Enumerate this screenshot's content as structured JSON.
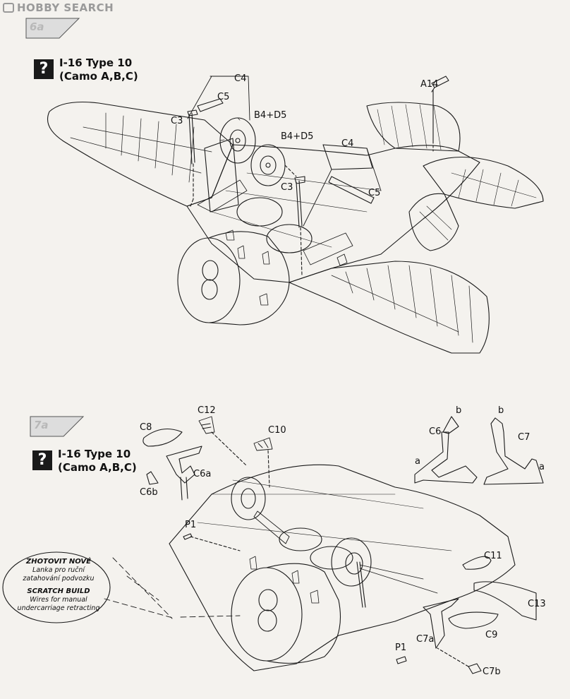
{
  "watermark": {
    "text": "HOBBY SEARCH"
  },
  "steps": [
    {
      "number": "6a",
      "variant_line1": "I-16 Type 10",
      "variant_line2": "(Camo A,B,C)",
      "question_mark": "?"
    },
    {
      "number": "7a",
      "variant_line1": "I-16 Type 10",
      "variant_line2": "(Camo A,B,C)",
      "question_mark": "?"
    }
  ],
  "labels_6a": [
    "C4",
    "C5",
    "C3",
    "B4+D5",
    "B4+D5",
    "C4",
    "C3",
    "C5",
    "A14"
  ],
  "labels_7a": [
    "C12",
    "C8",
    "C10",
    "C6a",
    "C6b",
    "P1",
    "C11",
    "C13",
    "C9",
    "C7a",
    "P1",
    "C7b"
  ],
  "detail_labels": [
    "b",
    "b",
    "C6",
    "C7",
    "a",
    "a"
  ],
  "scratch_note": {
    "czech_title": "ZHOTOVIT NOVÉ",
    "czech_line1": "Lanka pro ruční",
    "czech_line2": "zatahování podvozku",
    "english_title": "SCRATCH BUILD",
    "english_line1": "Wires for manual",
    "english_line2": "undercarriage retracting"
  },
  "colors": {
    "line": "#1a1a1a",
    "paper": "#f4f2ee",
    "flag": "#d9d9d9"
  }
}
